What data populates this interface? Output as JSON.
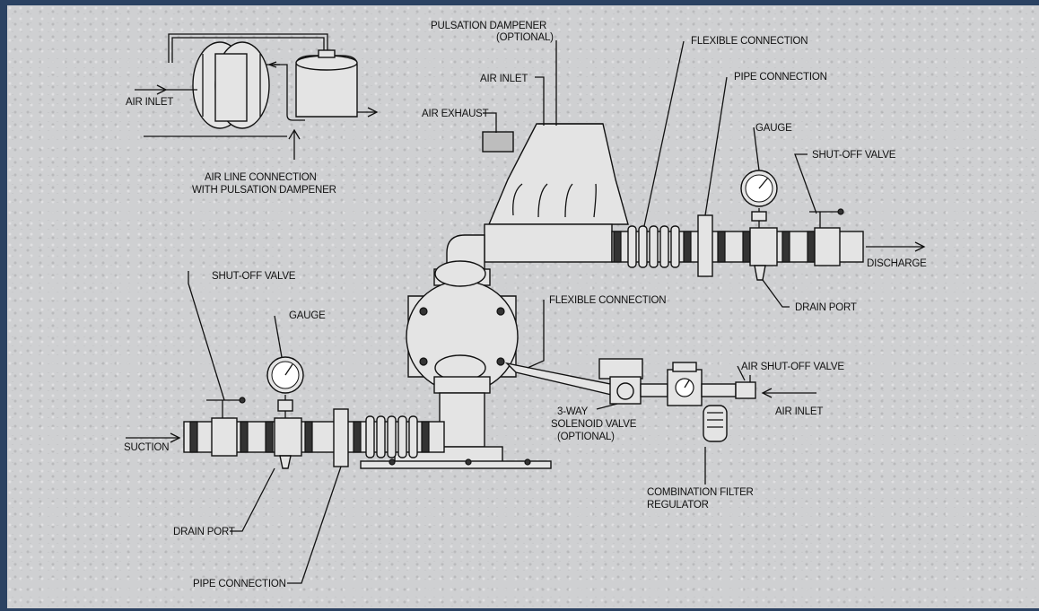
{
  "labels": {
    "pulsation_dampener": "PULSATION DAMPENER",
    "optional_1": "(OPTIONAL)",
    "air_inlet_top": "AIR INLET",
    "air_exhaust": "AIR EXHAUST",
    "flexible_connection_top": "FLEXIBLE CONNECTION",
    "pipe_connection_top": "PIPE CONNECTION",
    "gauge_right": "GAUGE",
    "shutoff_valve_right": "SHUT-OFF VALVE",
    "discharge": "DISCHARGE",
    "drain_port_right": "DRAIN PORT",
    "inset_air_inlet": "AIR INLET",
    "inset_caption_1": "AIR LINE CONNECTION",
    "inset_caption_2": "WITH PULSATION DAMPENER",
    "shutoff_valve_left": "SHUT-OFF VALVE",
    "gauge_left": "GAUGE",
    "suction": "SUCTION",
    "drain_port_left": "DRAIN PORT",
    "pipe_connection_bottom": "PIPE CONNECTION",
    "flexible_connection_mid": "FLEXIBLE CONNECTION",
    "air_shutoff_valve": "AIR SHUT-OFF VALVE",
    "air_inlet_right": "AIR INLET",
    "solenoid_1": "3-WAY",
    "solenoid_2": "SOLENOID VALVE",
    "solenoid_3": "(OPTIONAL)",
    "combo_filter_1": "COMBINATION FILTER",
    "combo_filter_2": "REGULATOR"
  }
}
